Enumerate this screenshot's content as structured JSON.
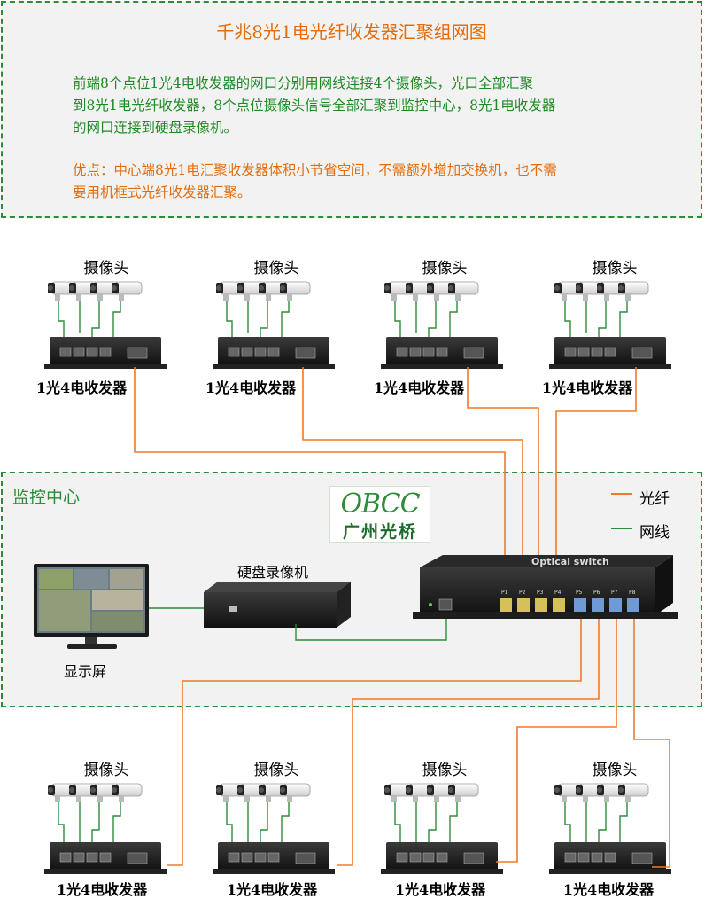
{
  "header": {
    "title": "千兆8光1电光纤收发器汇聚组网图",
    "description_lines": [
      "前端8个点位1光4电收发器的网口分别用网线连接4个摄像头，光口全部汇聚",
      "到8光1电光纤收发器，8个点位摄像头信号全部汇聚到监控中心，8光1电收发器",
      "的网口连接到硬盘录像机。"
    ],
    "advantage_lines": [
      "优点：中心端8光1电汇聚收发器体积小节省空间，不需额外增加交换机，也不需",
      "要用机框式光纤收发器汇聚。"
    ]
  },
  "labels": {
    "camera": "摄像头",
    "transceiver": "1光4电收发器",
    "center_title": "监控中心",
    "nvr": "硬盘录像机",
    "monitor": "显示屏",
    "switch_brand": "Optical switch"
  },
  "logo": {
    "en": "OBCC",
    "cn": "广州光桥"
  },
  "legend": {
    "fiber": {
      "label": "光纤",
      "color": "#f07a2a"
    },
    "cable": {
      "label": "网线",
      "color": "#2e8b3a"
    }
  },
  "switch_ports": [
    "P1",
    "P2",
    "P3",
    "P4",
    "P5",
    "P6",
    "P7",
    "P8"
  ],
  "colors": {
    "fiber": "#f07a2a",
    "cable": "#2e8b3a",
    "frame": "#2e8b3a",
    "title": "#e46c0a"
  }
}
